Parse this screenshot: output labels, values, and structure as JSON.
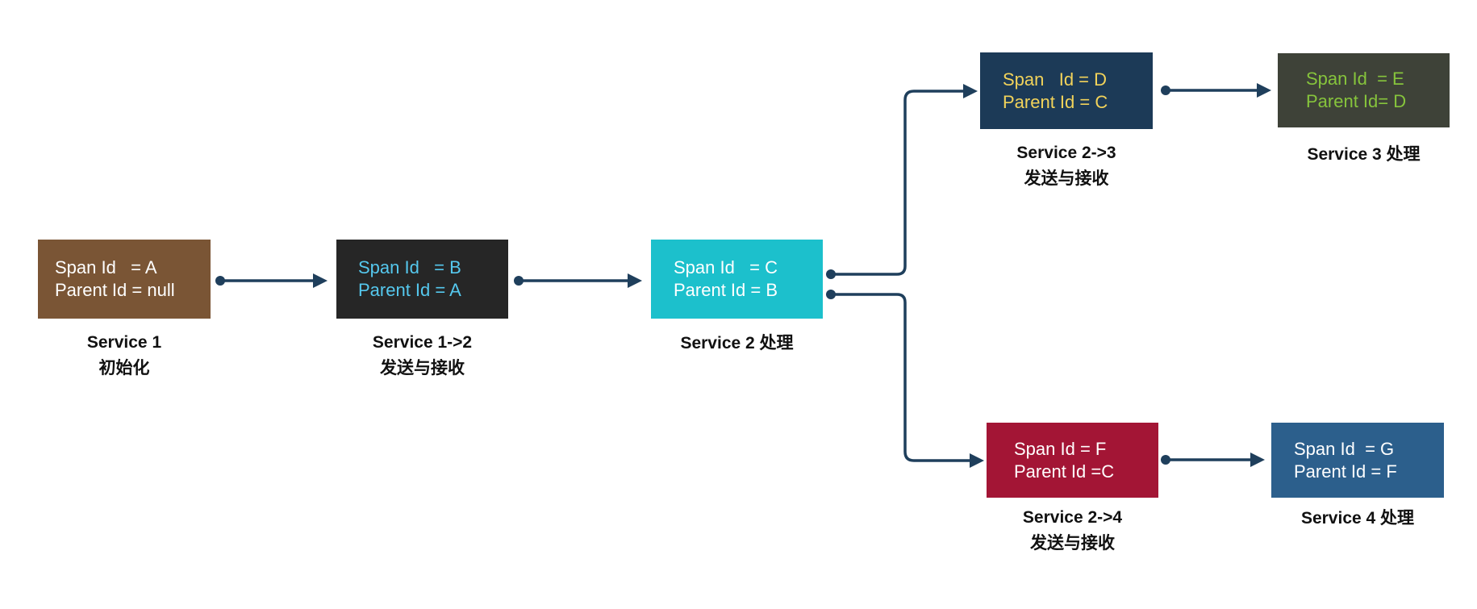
{
  "nodes": [
    {
      "id": "A",
      "span_line": "Span Id   = A",
      "parent_line": "Parent Id = null",
      "caption_1": "Service 1",
      "caption_2": "初始化",
      "bg": "#7a5535",
      "fg": "#ffffff"
    },
    {
      "id": "B",
      "span_line": "Span Id   = B",
      "parent_line": "Parent Id = A",
      "caption_1": "Service 1->2",
      "caption_2": "发送与接收",
      "bg": "#262626",
      "fg": "#55c8ee"
    },
    {
      "id": "C",
      "span_line": "Span Id   = C",
      "parent_line": "Parent Id = B",
      "caption_1": "Service 2 处理",
      "caption_2": "",
      "bg": "#1cc0cc",
      "fg": "#ffffff"
    },
    {
      "id": "D",
      "span_line": "Span   Id = D",
      "parent_line": "Parent Id = C",
      "caption_1": "Service 2->3",
      "caption_2": "发送与接收",
      "bg": "#1c3a57",
      "fg": "#f2d35a"
    },
    {
      "id": "E",
      "span_line": "Span Id  = E",
      "parent_line": "Parent Id= D",
      "caption_1": "Service 3 处理",
      "caption_2": "",
      "bg": "#3e4238",
      "fg": "#86c43c"
    },
    {
      "id": "F",
      "span_line": "Span Id = F",
      "parent_line": "Parent Id =C",
      "caption_1": "Service 2->4",
      "caption_2": "发送与接收",
      "bg": "#a31535",
      "fg": "#ffffff"
    },
    {
      "id": "G",
      "span_line": "Span Id  = G",
      "parent_line": "Parent Id = F",
      "caption_1": "Service 4 处理",
      "caption_2": "",
      "bg": "#2c5f8c",
      "fg": "#ffffff"
    }
  ],
  "edges": [
    {
      "from": "A",
      "to": "B"
    },
    {
      "from": "B",
      "to": "C"
    },
    {
      "from": "C",
      "to": "D"
    },
    {
      "from": "C",
      "to": "F"
    },
    {
      "from": "D",
      "to": "E"
    },
    {
      "from": "F",
      "to": "G"
    }
  ],
  "colors": {
    "connector": "#1f3f5c",
    "caption_text": "#111111"
  }
}
